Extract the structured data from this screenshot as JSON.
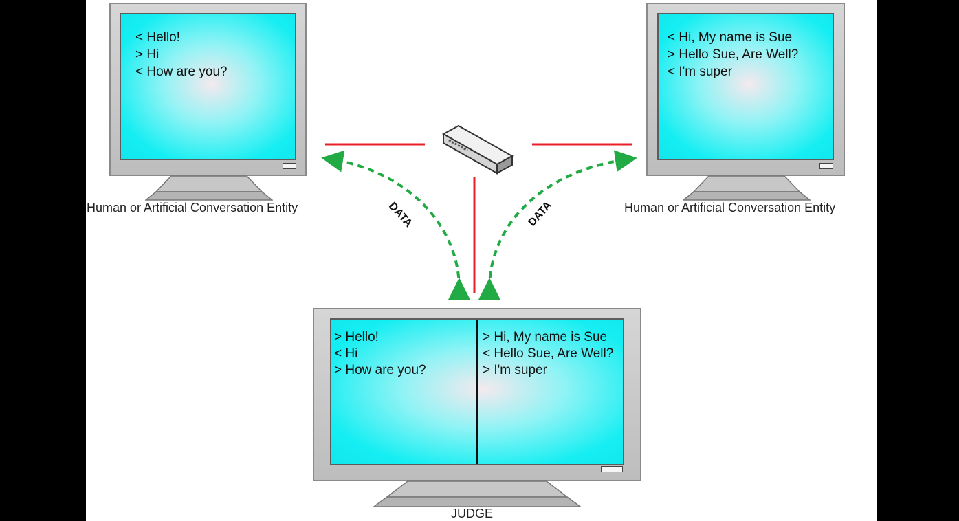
{
  "left_terminal": {
    "lines": [
      "< Hello!",
      "> Hi",
      "< How are you?"
    ],
    "caption": "Human or Artificial Conversation Entity"
  },
  "right_terminal": {
    "lines": [
      "< Hi, My name is Sue",
      "> Hello Sue, Are Well?",
      "< I'm super"
    ],
    "caption": "Human or Artificial Conversation Entity"
  },
  "judge_terminal": {
    "left_lines": [
      "> Hello!",
      "< Hi",
      "> How are you?"
    ],
    "right_lines": [
      "> Hi, My name is Sue",
      "< Hello Sue, Are Well?",
      "> I'm super"
    ],
    "caption": "JUDGE"
  },
  "links": {
    "left_label": "DATA",
    "right_label": "DATA"
  },
  "colors": {
    "screen": "#12e6ec",
    "connection_line": "#e8202a",
    "data_arrow": "#22aa44"
  },
  "icons": {
    "hub": "network-switch-icon"
  }
}
